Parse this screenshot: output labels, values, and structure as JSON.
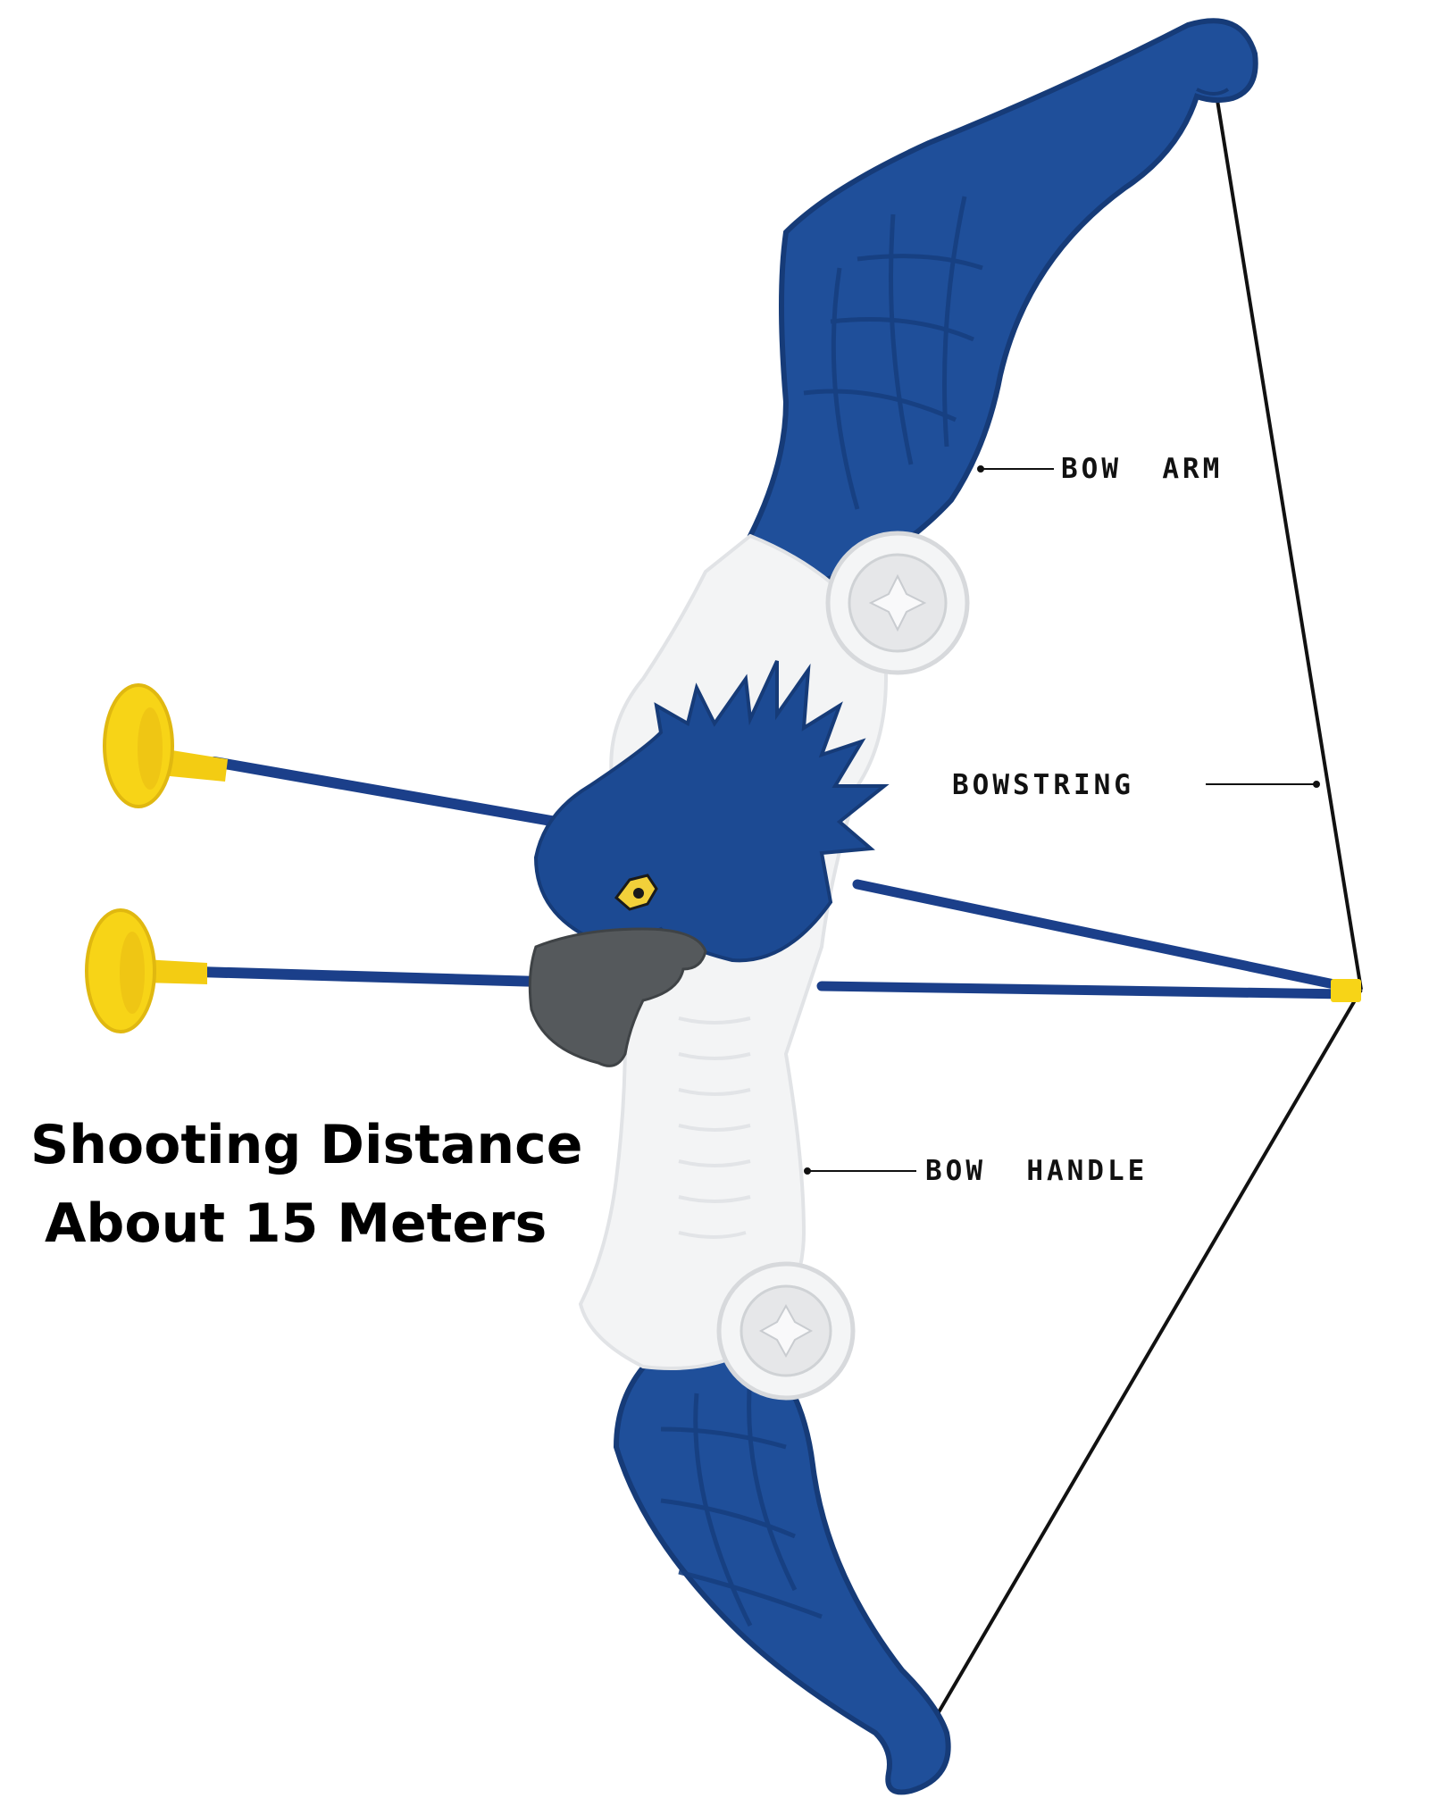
{
  "labels": {
    "bow_arm": "BOW  ARM",
    "bowstring": "BOWSTRING",
    "bow_handle": "BOW  HANDLE"
  },
  "headline": {
    "line1": "Shooting Distance",
    "line2": "About 15 Meters"
  },
  "colors": {
    "limb_blue": "#1f4f9a",
    "limb_dark": "#163b78",
    "eagle_blue": "#1c4a93",
    "suction_yellow": "#f7d417",
    "beak_gray": "#55595c",
    "handle_white": "#f3f4f5",
    "string_black": "#111111"
  }
}
